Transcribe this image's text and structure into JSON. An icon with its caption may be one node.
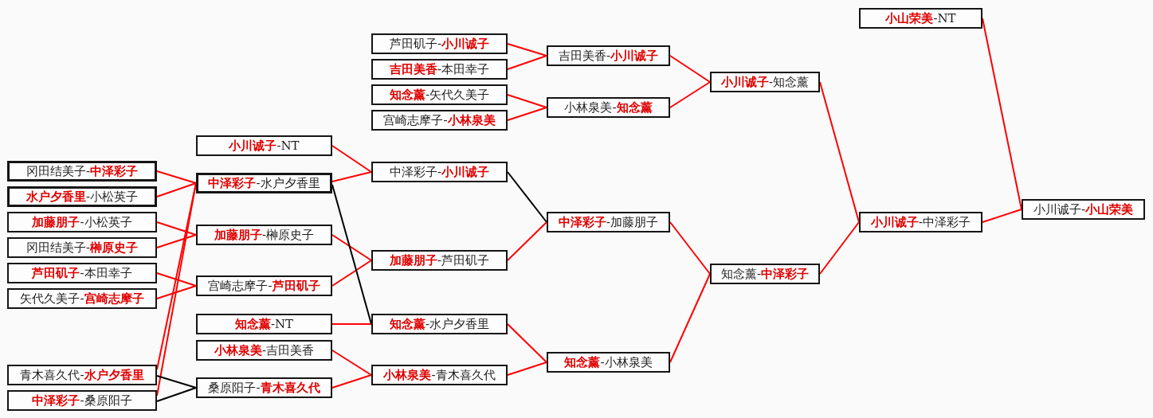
{
  "diagram": {
    "nodes": [
      {
        "text": [
          "冈田结美子-**中泽彩子**"
        ]
      },
      {
        "text": [
          "**水户夕香里**-小松英子"
        ]
      },
      {
        "text": [
          "**加藤朋子**-小松英子"
        ]
      },
      {
        "text": [
          "冈田结美子-**榊原史子**"
        ]
      },
      {
        "text": [
          "**芦田矶子**-本田幸子"
        ]
      },
      {
        "text": [
          "矢代久美子-**宫崎志摩子**"
        ]
      },
      {
        "text": [
          "青木喜久代-**水户夕香里**"
        ]
      },
      {
        "text": [
          "**中泽彩子**-桑原阳子"
        ]
      },
      {
        "text": [
          "**小川诚子**-NT"
        ]
      },
      {
        "text": [
          "**中泽彩子**-水户夕香里"
        ]
      },
      {
        "text": [
          "**加藤朋子**-榊原史子"
        ]
      },
      {
        "text": [
          "宫崎志摩子-**芦田矶子**"
        ]
      },
      {
        "text": [
          "**知念薰**-NT"
        ]
      },
      {
        "text": [
          "**小林泉美**-吉田美香"
        ]
      },
      {
        "text": [
          "桑原阳子-**青木喜久代**"
        ]
      },
      {
        "text": [
          "芦田矶子-**小川诚子**"
        ]
      },
      {
        "text": [
          "**吉田美香**-本田幸子"
        ]
      },
      {
        "text": [
          "**知念薰**-矢代久美子"
        ]
      },
      {
        "text": [
          "宫崎志摩子-**小林泉美**"
        ]
      },
      {
        "text": [
          "中泽彩子-**小川诚子**"
        ]
      },
      {
        "text": [
          "**加藤朋子**-芦田矶子"
        ]
      },
      {
        "text": [
          "**知念薰**-水户夕香里"
        ]
      },
      {
        "text": [
          "**小林泉美**-青木喜久代"
        ]
      },
      {
        "text": [
          "吉田美香-**小川诚子**"
        ]
      },
      {
        "text": [
          "小林泉美-**知念薰**"
        ]
      },
      {
        "text": [
          "**中泽彩子**-加藤朋子"
        ]
      },
      {
        "text": [
          "**知念薰**-小林泉美"
        ]
      },
      {
        "text": [
          "**小川诚子**-知念薰"
        ]
      },
      {
        "text": [
          "知念薰-**中泽彩子**"
        ]
      },
      {
        "text": [
          "**小山荣美**-NT"
        ]
      },
      {
        "text": [
          "**小川诚子**-中泽彩子"
        ]
      },
      {
        "text": [
          "小川诚子-**小山荣美**"
        ]
      }
    ],
    "edges": [
      {
        "from": 0,
        "to": 9,
        "arrow": "none"
      },
      {
        "from": 1,
        "to": 9,
        "arrow": "none"
      },
      {
        "from": 6,
        "to": 9,
        "arrow": "none"
      },
      {
        "from": 7,
        "to": 9,
        "arrow": "none"
      },
      {
        "from": 2,
        "to": 10,
        "arrow": "none"
      },
      {
        "from": 3,
        "to": 10,
        "arrow": "none"
      },
      {
        "from": 4,
        "to": 11,
        "arrow": "none"
      },
      {
        "from": 5,
        "to": 11,
        "arrow": "none"
      },
      {
        "from": 6,
        "to": 14,
        "arrow": "none",
        "color": "#000000"
      },
      {
        "from": 7,
        "to": 14,
        "arrow": "none",
        "color": "#000000"
      },
      {
        "from": 8,
        "to": 19,
        "arrow": "none"
      },
      {
        "from": 9,
        "to": 19,
        "arrow": "none"
      },
      {
        "from": 10,
        "to": 20,
        "arrow": "none"
      },
      {
        "from": 11,
        "to": 20,
        "arrow": "none"
      },
      {
        "from": 12,
        "to": 21,
        "arrow": "none"
      },
      {
        "from": 9,
        "to": 21,
        "arrow": "none",
        "color": "#000000"
      },
      {
        "from": 13,
        "to": 22,
        "arrow": "none"
      },
      {
        "from": 14,
        "to": 22,
        "arrow": "none"
      },
      {
        "from": 15,
        "to": 23,
        "arrow": "none"
      },
      {
        "from": 16,
        "to": 23,
        "arrow": "none"
      },
      {
        "from": 17,
        "to": 24,
        "arrow": "none"
      },
      {
        "from": 18,
        "to": 24,
        "arrow": "none"
      },
      {
        "from": 19,
        "to": 25,
        "arrow": "none",
        "color": "#000000"
      },
      {
        "from": 20,
        "to": 25,
        "arrow": "none"
      },
      {
        "from": 21,
        "to": 26,
        "arrow": "none"
      },
      {
        "from": 22,
        "to": 26,
        "arrow": "none"
      },
      {
        "from": 23,
        "to": 27,
        "arrow": "none"
      },
      {
        "from": 24,
        "to": 27,
        "arrow": "none"
      },
      {
        "from": 25,
        "to": 28,
        "arrow": "none"
      },
      {
        "from": 26,
        "to": 28,
        "arrow": "none"
      },
      {
        "from": 27,
        "to": 30,
        "arrow": "none"
      },
      {
        "from": 28,
        "to": 30,
        "arrow": "none"
      },
      {
        "from": 29,
        "to": 31,
        "arrow": "none"
      },
      {
        "from": 30,
        "to": 31,
        "arrow": "none"
      }
    ]
  }
}
